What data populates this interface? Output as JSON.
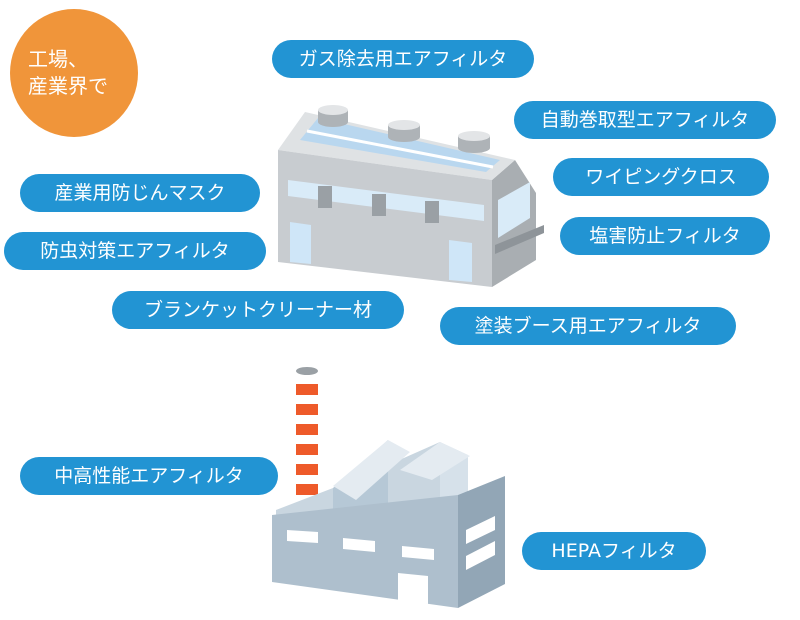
{
  "badge": {
    "line1": "工場、",
    "line2": "産業界で",
    "color": "#f0953a"
  },
  "pill_color": "#2294d3",
  "labels": {
    "gas_filter": "ガス除去用エアフィルタ",
    "auto_roll_filter": "自動巻取型エアフィルタ",
    "wiping_cloth": "ワイピングクロス",
    "dust_mask": "産業用防じんマスク",
    "salt_filter": "塩害防止フィルタ",
    "insect_filter": "防虫対策エアフィルタ",
    "blanket_material": "ブランケットクリーナー材",
    "paint_booth_filter": "塗装ブース用エアフィルタ",
    "medium_filter": "中高性能エアフィルタ",
    "hepa_filter": "HEPAフィルタ"
  },
  "illustrations": {
    "top_building": "factory-building-icon",
    "bottom_building": "factory-with-chimney-icon"
  }
}
